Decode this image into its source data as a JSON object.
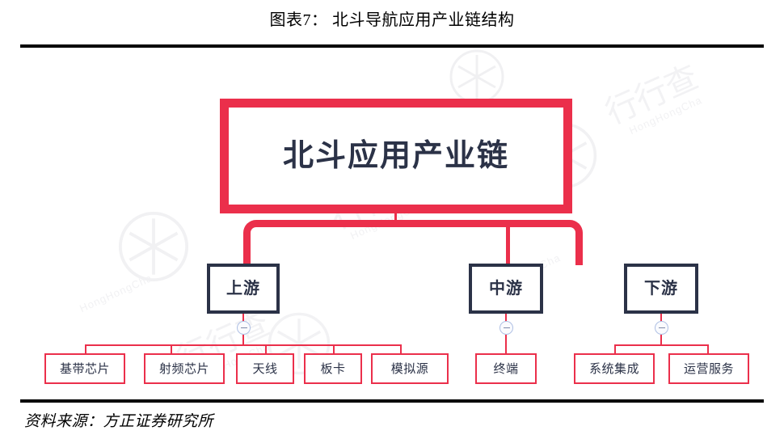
{
  "figure": {
    "title": "图表7： 北斗导航应用产业链结构",
    "source": "资料来源：方正证券研究所"
  },
  "colors": {
    "accent_red": "#EB2F4B",
    "node_navy": "#2B3247",
    "rule_black": "#000000",
    "toggle_border": "#AFC0E4",
    "background": "#FFFFFF"
  },
  "diagram": {
    "type": "tree",
    "root": {
      "label": "北斗应用产业链"
    },
    "branches": [
      {
        "label": "上游",
        "toggle": "collapse-minus-icon",
        "children": [
          {
            "label": "基带芯片"
          },
          {
            "label": "射频芯片"
          },
          {
            "label": "天线"
          },
          {
            "label": "板卡"
          },
          {
            "label": "模拟源"
          }
        ]
      },
      {
        "label": "中游",
        "toggle": "collapse-minus-icon",
        "children": [
          {
            "label": "终端"
          }
        ]
      },
      {
        "label": "下游",
        "toggle": "collapse-minus-icon",
        "children": [
          {
            "label": "系统集成"
          },
          {
            "label": "运营服务"
          }
        ]
      }
    ]
  },
  "watermarks": [
    {
      "text": "HongHongCha"
    },
    {
      "text": "HongHongCha"
    },
    {
      "text": "HongHongCha"
    },
    {
      "text": "HongHongCha"
    },
    {
      "text": "HongHongCha"
    }
  ]
}
